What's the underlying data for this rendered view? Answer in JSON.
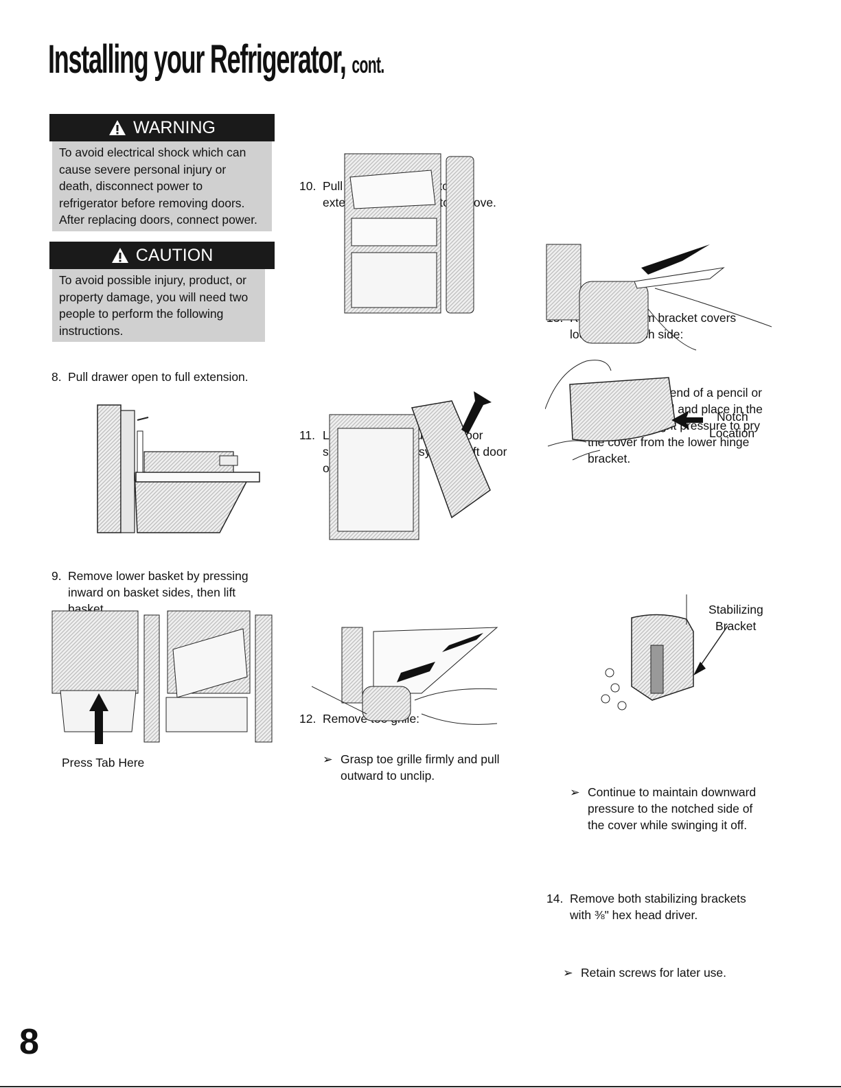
{
  "title": {
    "main": "Installing your Refrigerator",
    "suffix": "cont."
  },
  "warning": {
    "header": "WARNING",
    "lines": [
      "To avoid electrical shock which can",
      "cause severe personal injury or",
      "death, disconnect power to",
      "refrigerator before removing doors.",
      "After replacing doors, connect power."
    ]
  },
  "caution": {
    "header": "CAUTION",
    "lines": [
      "To avoid possible injury, product, or",
      "property damage, you will need two",
      "people to perform the following",
      "instructions."
    ]
  },
  "steps": {
    "s8": {
      "num": "8.",
      "lines": [
        "Pull drawer open to full extension."
      ]
    },
    "s9": {
      "num": "9.",
      "lines": [
        "Remove lower basket by pressing",
        "inward on basket sides, then lift",
        "basket."
      ]
    },
    "s10": {
      "num": "10.",
      "lines": [
        "Pull upper basket out to full",
        "extension, and lift out to remove."
      ]
    },
    "s11": {
      "num": "11.",
      "lines": [
        "Lift top of door to unhook door",
        "supports from rail system. Lift door",
        "out to remove."
      ]
    },
    "s12": {
      "num": "12.",
      "lines": [
        "Remove toe grille:"
      ],
      "bullet": {
        "marker": "➢",
        "lines": [
          "Grasp toe grille firmly and pull",
          "outward to unclip."
        ]
      }
    },
    "s13": {
      "num": "13.",
      "lines": [
        "Remove bottom bracket covers",
        "located on each side:"
      ],
      "bullet1": {
        "marker": "➢",
        "lines": [
          "Use the eraser end of a pencil or",
          "similar blunt tool and place in the",
          "notch.  Use slight pressure to pry",
          "the cover from the lower hinge",
          "bracket."
        ]
      },
      "bullet2": {
        "marker": "➢",
        "lines": [
          "Continue to maintain downward",
          "pressure to the notched side of",
          "the cover while swinging it off."
        ]
      }
    },
    "s14": {
      "num": "14.",
      "lines": [
        "Remove both stabilizing brackets",
        "with ⅜\" hex head driver."
      ],
      "bullet": {
        "marker": "➢",
        "lines": [
          "Retain screws for later use."
        ]
      }
    }
  },
  "labels": {
    "press_tab": "Press Tab Here",
    "notch": [
      "Notch",
      "Location"
    ],
    "stabilizing": [
      "Stabilizing",
      "Bracket"
    ]
  },
  "page_number": "8"
}
